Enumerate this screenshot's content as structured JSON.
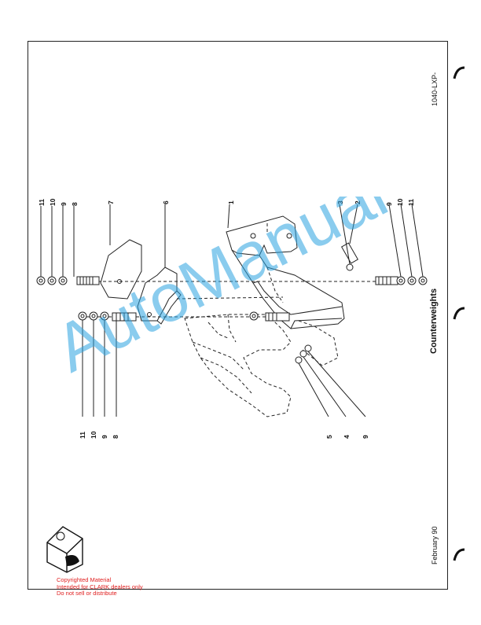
{
  "header": {
    "doc_code": "1040-LXP-"
  },
  "section": {
    "title": "Counterweights"
  },
  "footer": {
    "date": "February 90"
  },
  "copyright": {
    "line1": "Copyrighted Material",
    "line2": "Intended for CLARK dealers only",
    "line3": "Do not sell or distribute"
  },
  "watermark": {
    "text": "AutoManual"
  },
  "callouts": {
    "top_left": [
      "11",
      "10",
      "9",
      "8"
    ],
    "item_7": "7",
    "item_6": "6",
    "item_1": "1",
    "item_3": "3",
    "item_2": "2",
    "top_right": [
      "9",
      "10",
      "11"
    ],
    "bottom_left": [
      "11",
      "10",
      "9",
      "8"
    ],
    "bottom_right": [
      "5",
      "4",
      "9"
    ]
  },
  "colors": {
    "watermark": "#29a3e0",
    "copyright": "#e02020",
    "line": "#222222"
  },
  "icons": {
    "logo": "clark-logo-icon",
    "page_mark": "page-bracket-icon"
  }
}
